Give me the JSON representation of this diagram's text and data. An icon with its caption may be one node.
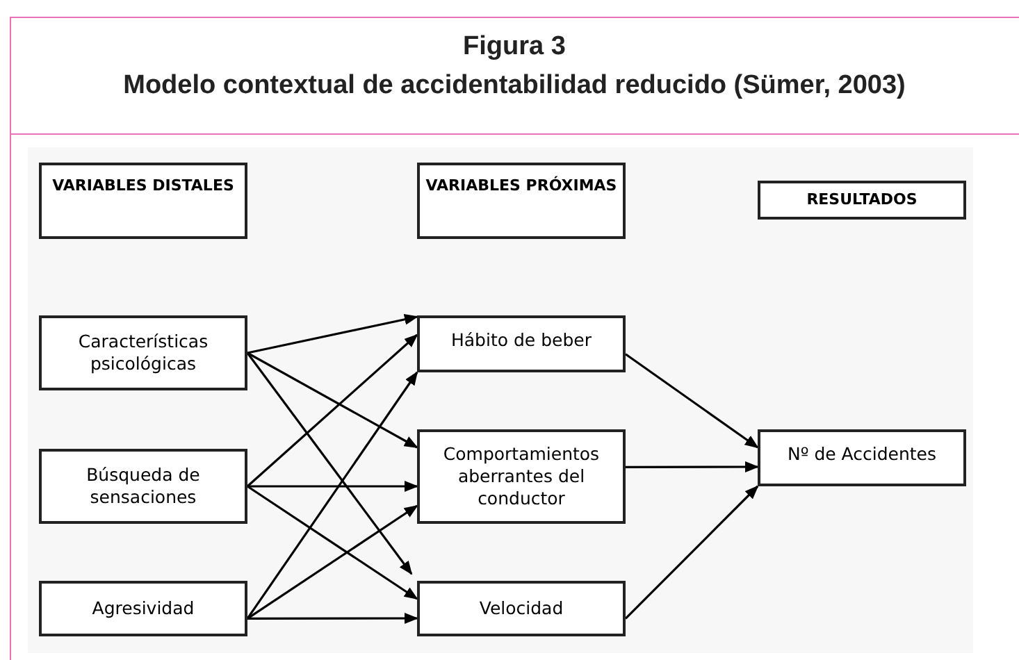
{
  "diagram": {
    "title": "Figura 3",
    "caption": "Modelo contextual de accidentabilidad reducido (Sümer, 2003)",
    "nodes": [
      {
        "text": [
          "VARIABLES DISTALES"
        ]
      },
      {
        "text": [
          "VARIABLES PRÓXIMAS"
        ]
      },
      {
        "text": [
          "RESULTADOS"
        ]
      },
      {
        "text": [
          "Características psicológicas"
        ]
      },
      {
        "text": [
          "Búsqueda de sensaciones"
        ]
      },
      {
        "text": [
          "Agresividad"
        ]
      },
      {
        "text": [
          "Hábito de beber"
        ]
      },
      {
        "text": [
          "Comportamientos aberrantes del conductor"
        ]
      },
      {
        "text": [
          "Velocidad"
        ]
      },
      {
        "text": [
          "Nº de Accidentes"
        ]
      }
    ],
    "edges": [
      {
        "from": 3,
        "to": 6,
        "arrow": "to"
      },
      {
        "from": 3,
        "to": 7,
        "arrow": "to"
      },
      {
        "from": 3,
        "to": 8,
        "arrow": "to"
      },
      {
        "from": 4,
        "to": 6,
        "arrow": "to"
      },
      {
        "from": 4,
        "to": 7,
        "arrow": "to"
      },
      {
        "from": 4,
        "to": 8,
        "arrow": "to"
      },
      {
        "from": 5,
        "to": 6,
        "arrow": "to"
      },
      {
        "from": 5,
        "to": 7,
        "arrow": "to"
      },
      {
        "from": 5,
        "to": 8,
        "arrow": "to"
      },
      {
        "from": 6,
        "to": 9,
        "arrow": "to"
      },
      {
        "from": 7,
        "to": 9,
        "arrow": "to"
      },
      {
        "from": 8,
        "to": 9,
        "arrow": "to"
      }
    ]
  }
}
